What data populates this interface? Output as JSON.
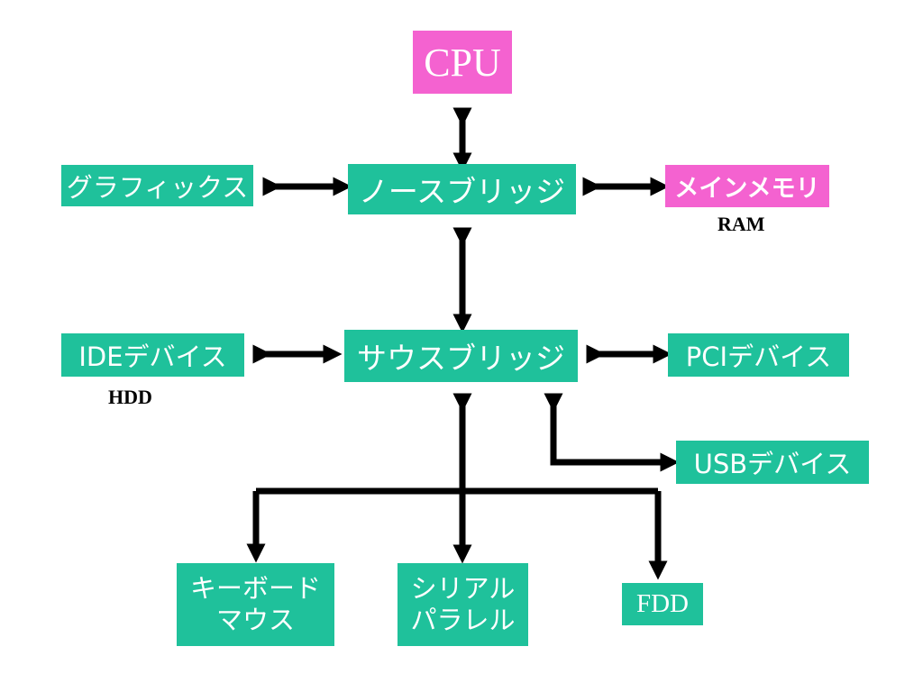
{
  "colors": {
    "component": "#1fc19b",
    "processor_memory": "#f462d0",
    "text": "#ffffff",
    "connector": "#000000"
  },
  "nodes": {
    "cpu": "CPU",
    "northbridge": "ノースブリッジ",
    "graphics": "グラフィックス",
    "main_memory": "メインメモリ",
    "southbridge": "サウスブリッジ",
    "ide_device": "IDEデバイス",
    "pci_device": "PCIデバイス",
    "usb_device": "USBデバイス",
    "keyboard_line1": "キーボード",
    "keyboard_line2": "マウス",
    "serial_line1": "シリアル",
    "serial_line2": "パラレル",
    "fdd": "FDD"
  },
  "notes": {
    "ram": "RAM",
    "hdd": "HDD"
  }
}
